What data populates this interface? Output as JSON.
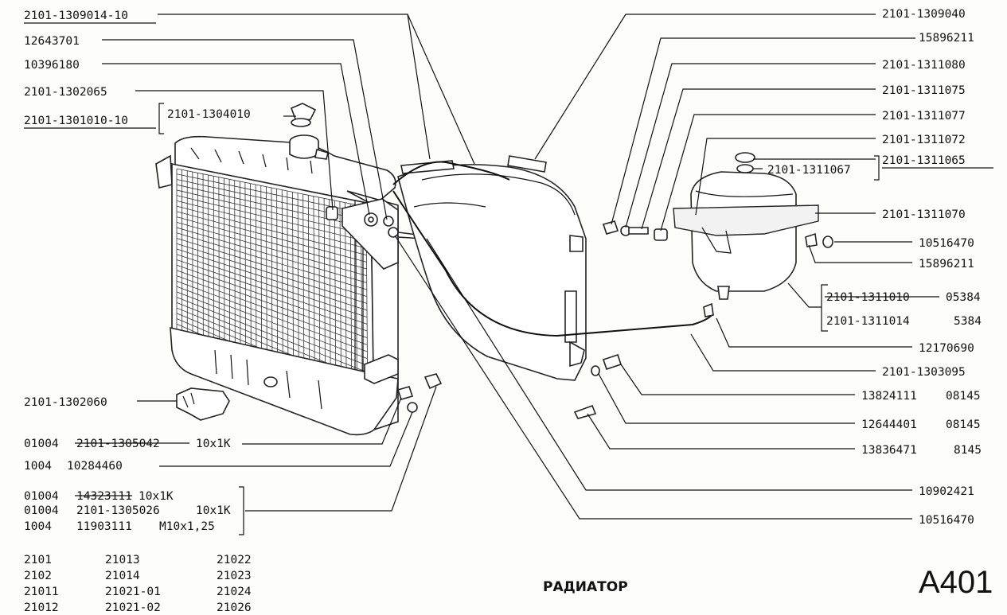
{
  "title": "РАДИАТОР",
  "sheet_code": "A401",
  "left_labels": [
    {
      "id": "l1",
      "text": "2101-1309014-10",
      "underline": true
    },
    {
      "id": "l2",
      "text": "12643701"
    },
    {
      "id": "l3",
      "text": "10396180"
    },
    {
      "id": "l4",
      "text": "2101-1302065"
    },
    {
      "id": "l5",
      "text": "2101-1301010-10",
      "underline": true
    },
    {
      "id": "l6",
      "text": "2101-1304010"
    },
    {
      "id": "l7",
      "text": "2101-1302060"
    }
  ],
  "right_labels": [
    {
      "id": "r1",
      "text": "2101-1309040"
    },
    {
      "id": "r2",
      "text": "15896211"
    },
    {
      "id": "r3",
      "text": "2101-1311080"
    },
    {
      "id": "r4",
      "text": "2101-1311075"
    },
    {
      "id": "r5",
      "text": "2101-1311077"
    },
    {
      "id": "r6",
      "text": "2101-1311072"
    },
    {
      "id": "r7",
      "text": "2101-1311065",
      "underline": true
    },
    {
      "id": "r8",
      "text": "2101-1311067"
    },
    {
      "id": "r9",
      "text": "2101-1311070"
    },
    {
      "id": "r10",
      "text": "10516470"
    },
    {
      "id": "r11",
      "text": "15896211"
    },
    {
      "id": "r12",
      "text": "2101-1311010",
      "suffix": "05384",
      "struck": true
    },
    {
      "id": "r13",
      "text": "2101-1311014",
      "suffix": "5384"
    },
    {
      "id": "r14",
      "text": "12170690"
    },
    {
      "id": "r15",
      "text": "2101-1303095"
    },
    {
      "id": "r16",
      "text": "13824111",
      "suffix": "08145"
    },
    {
      "id": "r17",
      "text": "12644401",
      "suffix": "08145"
    },
    {
      "id": "r18",
      "text": "13836471",
      "suffix": "8145"
    },
    {
      "id": "r19",
      "text": "10902421"
    },
    {
      "id": "r20",
      "text": "10516470"
    }
  ],
  "bottom_labels": [
    {
      "id": "b1",
      "prefix": "01004",
      "part": "2101-1305042",
      "part_struck": true,
      "suffix": "10x1K"
    },
    {
      "id": "b2",
      "prefix": "1004",
      "part": "10284460",
      "suffix": ""
    },
    {
      "id": "b3",
      "prefix": "01004",
      "part": "14323111",
      "part_struck": true,
      "suffix": "10x1K"
    },
    {
      "id": "b4",
      "prefix": "01004",
      "part": "2101-1305026",
      "suffix": "10x1K"
    },
    {
      "id": "b5",
      "prefix": "1004",
      "part": "11903111",
      "suffix": "M10x1,25"
    }
  ],
  "models": [
    [
      "2101",
      "21013",
      "21022"
    ],
    [
      "2102",
      "21014",
      "21023"
    ],
    [
      "21011",
      "21021-01",
      "21024"
    ],
    [
      "21012",
      "21021-02",
      "21026"
    ]
  ]
}
